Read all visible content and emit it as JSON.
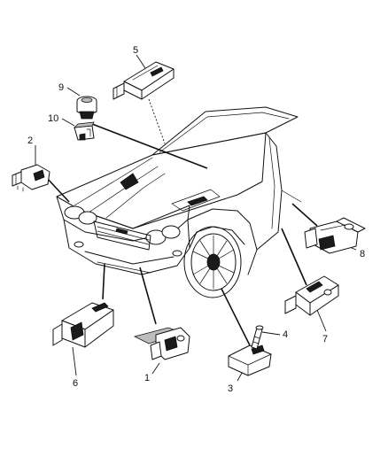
{
  "callouts": [
    {
      "id": "1",
      "label": "1"
    },
    {
      "id": "2",
      "label": "2"
    },
    {
      "id": "3",
      "label": "3"
    },
    {
      "id": "4",
      "label": "4"
    },
    {
      "id": "5",
      "label": "5"
    },
    {
      "id": "6",
      "label": "6"
    },
    {
      "id": "7",
      "label": "7"
    },
    {
      "id": "8",
      "label": "8"
    },
    {
      "id": "9",
      "label": "9"
    },
    {
      "id": "10",
      "label": "10"
    }
  ],
  "colors": {
    "line": "#111111",
    "background": "#ffffff"
  }
}
